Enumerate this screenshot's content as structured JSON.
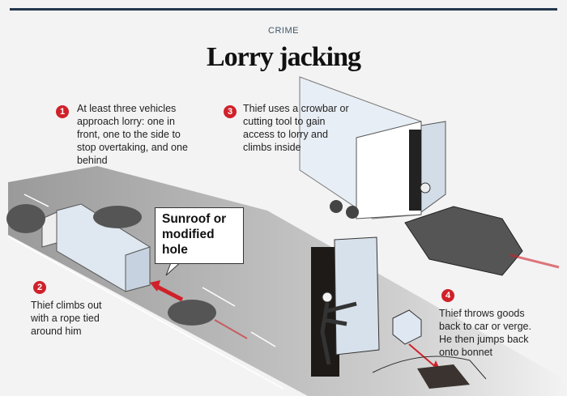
{
  "header": {
    "kicker": "CRIME",
    "title": "Lorry jacking"
  },
  "steps": [
    {
      "number": "1",
      "text": "At least three vehicles approach lorry: one in front, one to the side to stop overtaking, and one behind"
    },
    {
      "number": "2",
      "text": "Thief climbs out with a rope tied around him"
    },
    {
      "number": "3",
      "text": "Thief uses a crowbar or cutting tool to gain access to lorry and climbs inside"
    },
    {
      "number": "4",
      "text": "Thief throws goods back to car or verge. He then jumps back onto bonnet"
    }
  ],
  "callout": {
    "text": "Sunroof or modified hole"
  },
  "colors": {
    "accent": "#d0212a",
    "topbar": "#23374d"
  }
}
